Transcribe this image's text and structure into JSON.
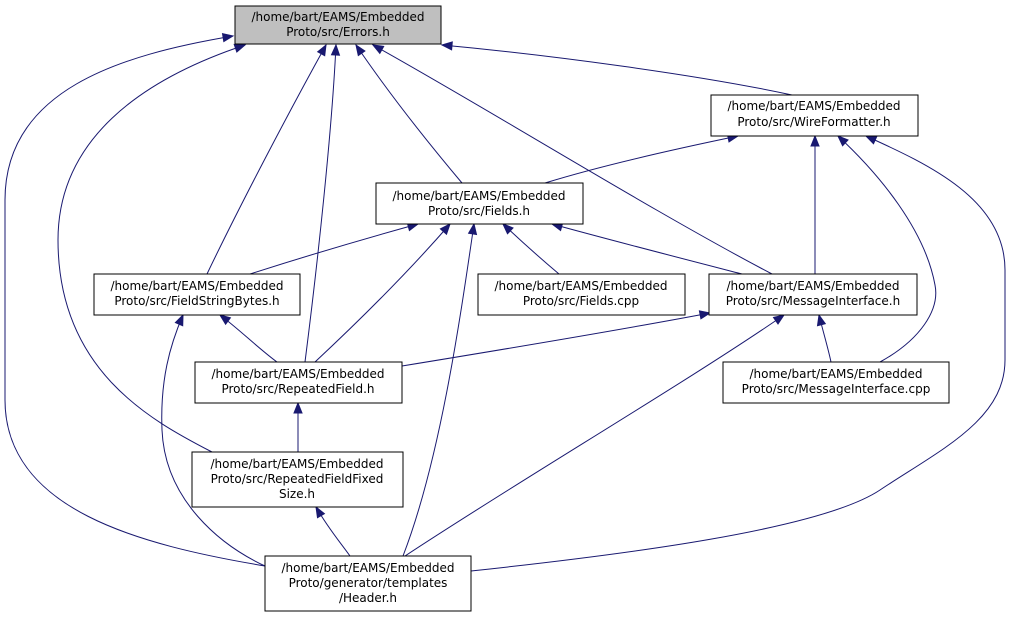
{
  "nodes": {
    "errors": {
      "lines": [
        "/home/bart/EAMS/Embedded",
        "Proto/src/Errors.h"
      ],
      "current": true
    },
    "wireformatter": {
      "lines": [
        "/home/bart/EAMS/Embedded",
        "Proto/src/WireFormatter.h"
      ]
    },
    "fields_h": {
      "lines": [
        "/home/bart/EAMS/Embedded",
        "Proto/src/Fields.h"
      ]
    },
    "fieldstringbytes": {
      "lines": [
        "/home/bart/EAMS/Embedded",
        "Proto/src/FieldStringBytes.h"
      ]
    },
    "fields_cpp": {
      "lines": [
        "/home/bart/EAMS/Embedded",
        "Proto/src/Fields.cpp"
      ]
    },
    "messageinterface_h": {
      "lines": [
        "/home/bart/EAMS/Embedded",
        "Proto/src/MessageInterface.h"
      ]
    },
    "repeatedfield": {
      "lines": [
        "/home/bart/EAMS/Embedded",
        "Proto/src/RepeatedField.h"
      ]
    },
    "messageinterface_cpp": {
      "lines": [
        "/home/bart/EAMS/Embedded",
        "Proto/src/MessageInterface.cpp"
      ]
    },
    "repeatedfieldfixed": {
      "lines": [
        "/home/bart/EAMS/Embedded",
        "Proto/src/RepeatedFieldFixed",
        "Size.h"
      ]
    },
    "header": {
      "lines": [
        "/home/bart/EAMS/Embedded",
        "Proto/generator/templates",
        "/Header.h"
      ]
    }
  },
  "edges": [
    {
      "from": "wireformatter",
      "to": "errors"
    },
    {
      "from": "fields_h",
      "to": "errors"
    },
    {
      "from": "fieldstringbytes",
      "to": "errors"
    },
    {
      "from": "messageinterface_h",
      "to": "errors"
    },
    {
      "from": "repeatedfield",
      "to": "errors"
    },
    {
      "from": "repeatedfieldfixed",
      "to": "errors"
    },
    {
      "from": "header",
      "to": "errors"
    },
    {
      "from": "fields_h",
      "to": "wireformatter"
    },
    {
      "from": "messageinterface_h",
      "to": "wireformatter"
    },
    {
      "from": "messageinterface_cpp",
      "to": "wireformatter"
    },
    {
      "from": "header",
      "to": "wireformatter"
    },
    {
      "from": "fieldstringbytes",
      "to": "fields_h"
    },
    {
      "from": "fields_cpp",
      "to": "fields_h"
    },
    {
      "from": "messageinterface_h",
      "to": "fields_h"
    },
    {
      "from": "repeatedfield",
      "to": "fields_h"
    },
    {
      "from": "header",
      "to": "fields_h"
    },
    {
      "from": "repeatedfield",
      "to": "fieldstringbytes"
    },
    {
      "from": "header",
      "to": "fieldstringbytes"
    },
    {
      "from": "repeatedfield",
      "to": "messageinterface_h"
    },
    {
      "from": "messageinterface_cpp",
      "to": "messageinterface_h"
    },
    {
      "from": "header",
      "to": "messageinterface_h"
    },
    {
      "from": "repeatedfieldfixed",
      "to": "repeatedfield"
    },
    {
      "from": "header",
      "to": "repeatedfieldfixed"
    }
  ],
  "colors": {
    "edge": "#191970",
    "root_fill": "#bfbfbf",
    "node_fill": "#ffffff",
    "border": "#000000"
  }
}
